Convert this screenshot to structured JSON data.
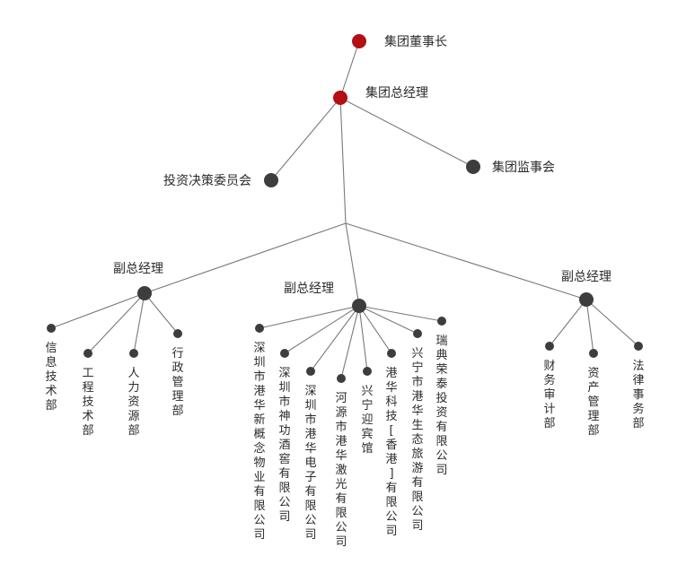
{
  "colors": {
    "root_node": "#b30f14",
    "node": "#3d3d3d",
    "edge": "#7a7a7a",
    "text": "#2b2b2b"
  },
  "org": {
    "chairman": "集团董事长",
    "general_manager": "集团总经理",
    "investment_committee": "投资决策委员会",
    "supervisory_board": "集团监事会",
    "deputies": [
      {
        "title": "副总经理",
        "departments": [
          "信息技术部",
          "工程技术部",
          "人力资源部",
          "行政管理部"
        ]
      },
      {
        "title": "副总经理",
        "departments": [
          "深圳市港华新概念物业有限公司",
          "深圳市神功酒窖有限公司",
          "深圳市港华电子有限公司",
          "河源市港华激光有限公司",
          "兴宁迎宾馆",
          "港华科技[香港]有限公司",
          "兴宁市港华生态旅游有限公司",
          "瑞典荣泰投资有限公司"
        ]
      },
      {
        "title": "副总经理",
        "departments": [
          "财务审计部",
          "资产管理部",
          "法律事务部"
        ]
      }
    ]
  }
}
